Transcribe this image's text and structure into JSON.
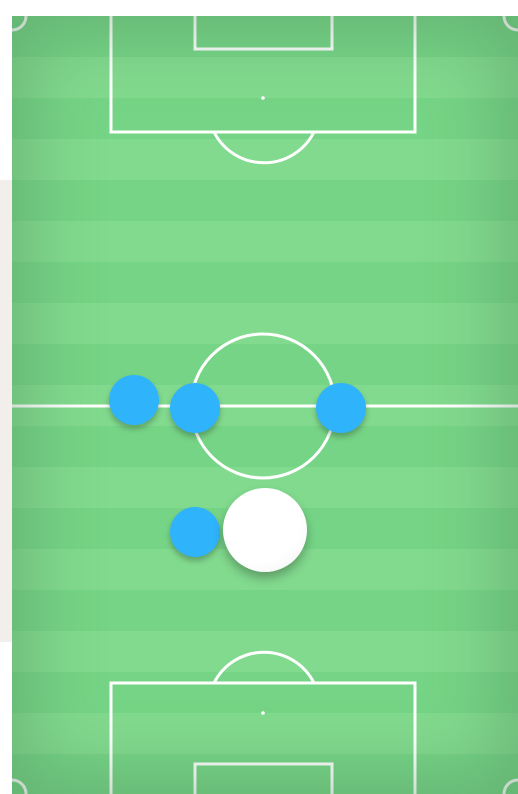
{
  "colors": {
    "pitch_light": "#82da8e",
    "pitch_dark": "#76d486",
    "lines": "#ffffff",
    "player": "#2fb3fb",
    "ball": "#ffffff",
    "side_panel": "#f1eeeb"
  },
  "pitch": {
    "orientation": "vertical",
    "stripes": true
  },
  "tokens": [
    {
      "type": "player",
      "color": "#2fb3fb"
    },
    {
      "type": "player",
      "color": "#2fb3fb"
    },
    {
      "type": "player",
      "color": "#2fb3fb"
    },
    {
      "type": "player",
      "color": "#2fb3fb"
    },
    {
      "type": "ball",
      "color": "#ffffff"
    }
  ]
}
